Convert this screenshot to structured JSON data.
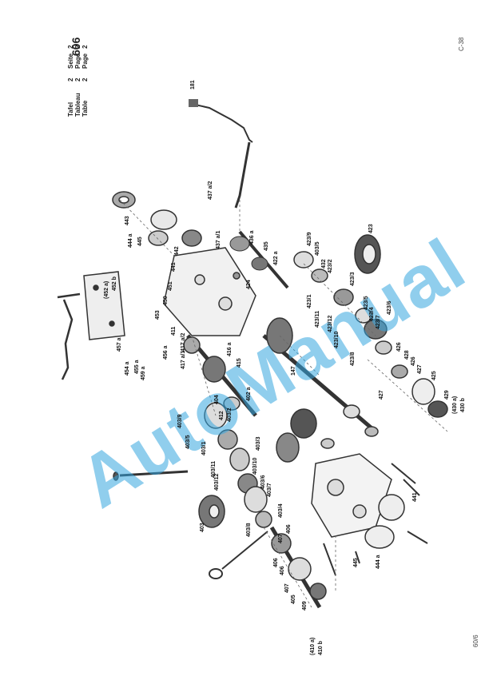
{
  "document": {
    "number": "606",
    "header_rows": [
      {
        "name": "Tafel",
        "num": "2",
        "page_word": "Seite",
        "page_num": "2"
      },
      {
        "name": "Tableau",
        "num": "2",
        "page_word": "Page",
        "page_num": "2"
      },
      {
        "name": "Table",
        "num": "2",
        "page_word": "Page",
        "page_num": "2"
      }
    ],
    "corner_code": "C-38",
    "footer_code": "60/6",
    "watermark": "AutoManual"
  },
  "part_labels": [
    "181",
    "423",
    "423/9",
    "403/5",
    "432",
    "423/2",
    "423/3",
    "423/1",
    "423/11",
    "423/12",
    "423/10",
    "423/8",
    "423/5",
    "423/4",
    "423/7",
    "423/6",
    "426",
    "428",
    "426",
    "427",
    "425",
    "427",
    "429",
    "(430 a)",
    "430 b",
    "437 a/2",
    "437 a/1",
    "436 a",
    "435",
    "422 a",
    "424",
    "147",
    "443",
    "444 a",
    "445",
    "442",
    "441",
    "451",
    "450",
    "(452 a)",
    "452 b",
    "453",
    "457 a",
    "411",
    "456 a",
    "417 a/2",
    "417 a/1",
    "416 a",
    "415",
    "402 a",
    "404",
    "412",
    "403/2",
    "454 a",
    "455 a",
    "459 a",
    "403/9",
    "403/5",
    "403/1",
    "403/11",
    "403/3",
    "403/10",
    "403/12",
    "403/6",
    "403/7",
    "403/4",
    "403/8",
    "403",
    "406",
    "407",
    "406",
    "406",
    "407",
    "405",
    "409",
    "(410 a)",
    "410 b",
    "441",
    "445",
    "444 a"
  ]
}
